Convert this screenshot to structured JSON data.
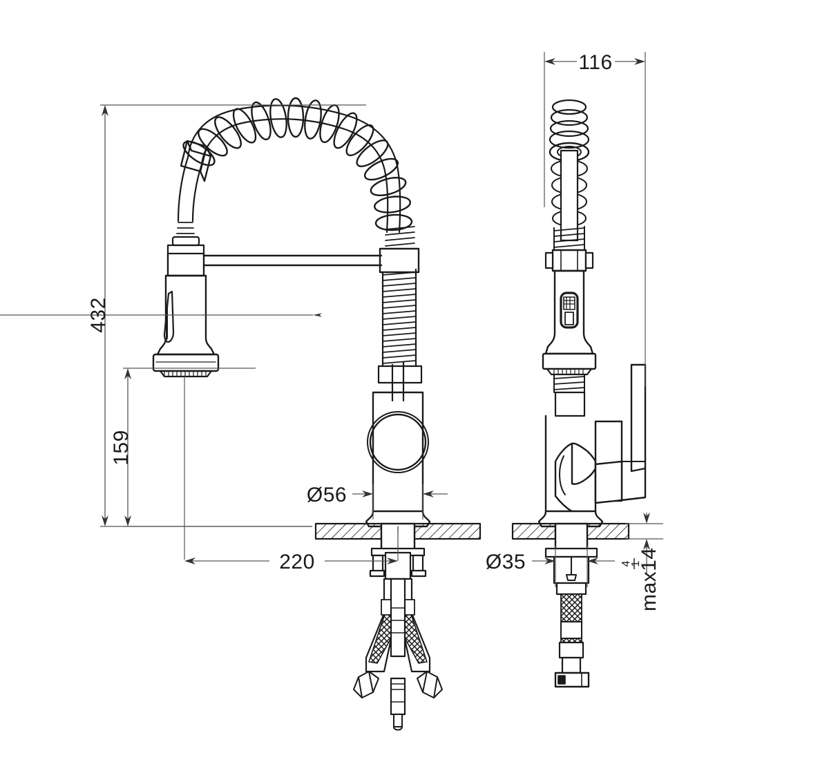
{
  "drawing": {
    "title": "Kitchen mixer tap – dimensioned technical drawing",
    "background_color": "#ffffff",
    "line_color": "#1a1a1a",
    "dim_line_color": "#555555",
    "units": "mm",
    "views": [
      {
        "name": "front-view",
        "label": ""
      },
      {
        "name": "side-view",
        "label": ""
      }
    ]
  },
  "dimensions": {
    "overall_height": {
      "value": "432",
      "name": "dimension-432",
      "orientation": "vertical"
    },
    "spout_height": {
      "value": "159",
      "name": "dimension-159",
      "orientation": "vertical"
    },
    "spout_reach": {
      "value": "220",
      "name": "dimension-220",
      "orientation": "horizontal"
    },
    "body_diameter": {
      "value": "Ø56",
      "name": "dimension-d56",
      "orientation": "horizontal"
    },
    "shank_diameter": {
      "value": "Ø35",
      "name": "dimension-d35",
      "orientation": "horizontal"
    },
    "depth": {
      "value": "116",
      "name": "dimension-116",
      "orientation": "horizontal"
    },
    "max_worktop": {
      "value": "max14",
      "fraction_num": "1",
      "fraction_den": "4",
      "name": "dimension-max14",
      "orientation": "vertical"
    }
  }
}
